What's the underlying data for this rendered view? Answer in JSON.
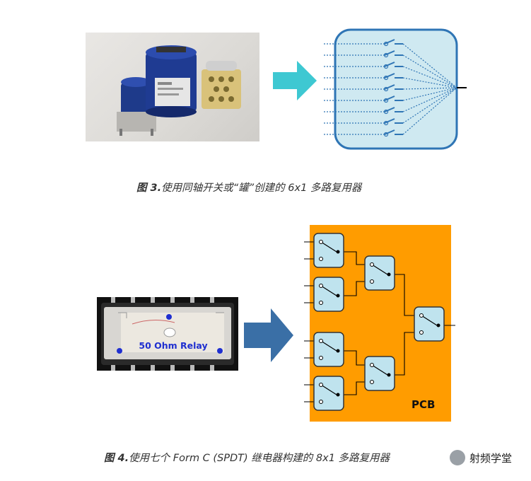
{
  "figure3": {
    "caption_prefix": "图 3.",
    "caption_text": "使用同轴开关或“罐”创建的 6x1 多路复用器"
  },
  "figure4": {
    "caption_prefix": "图 4.",
    "caption_text": "使用七个 Form C (SPDT) 继电器构建的 8x1 多路复用器",
    "relay_label": "50 Ohm Relay",
    "pcb_label": "PCB"
  },
  "watermark": {
    "text": "射频学堂"
  },
  "colors": {
    "arrow_cyan": "#3ec8d2",
    "arrow_blue": "#3a6fa6",
    "mux_fill": "#cfe9f1",
    "mux_border": "#2f75b5",
    "pcb_orange": "#ff9c00",
    "relay_fill": "#bfe3ee"
  }
}
